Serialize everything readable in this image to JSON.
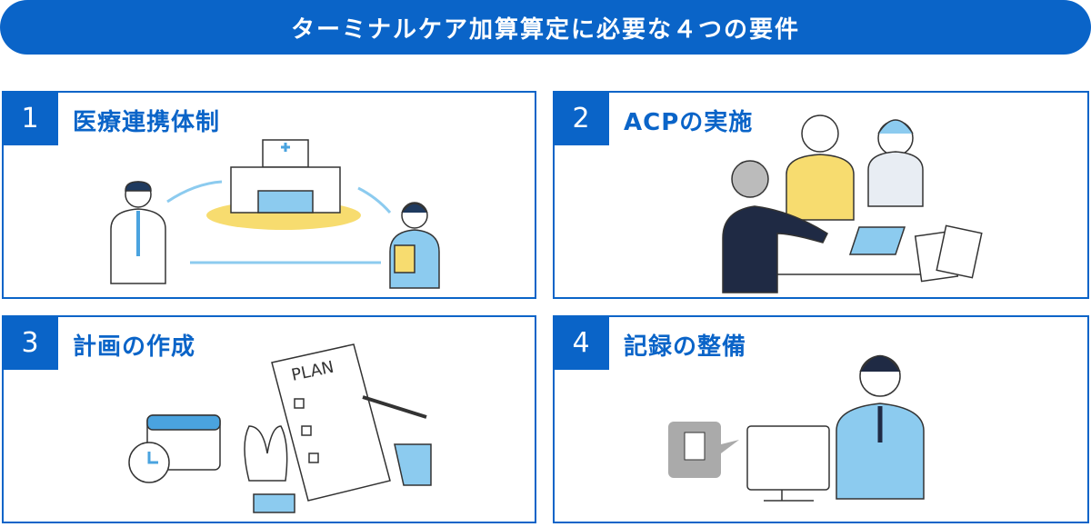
{
  "banner": {
    "title": "ターミナルケア加算算定に必要な４つの要件"
  },
  "cards": [
    {
      "number": "1",
      "title": "医療連携体制"
    },
    {
      "number": "2",
      "title": "ACPの実施"
    },
    {
      "number": "3",
      "title": "計画の作成",
      "plan_text": "PLAN"
    },
    {
      "number": "4",
      "title": "記録の整備"
    }
  ],
  "colors": {
    "brand": "#0a64c8",
    "accent_light": "#8ccbef",
    "accent_yellow": "#f7dc6f"
  }
}
